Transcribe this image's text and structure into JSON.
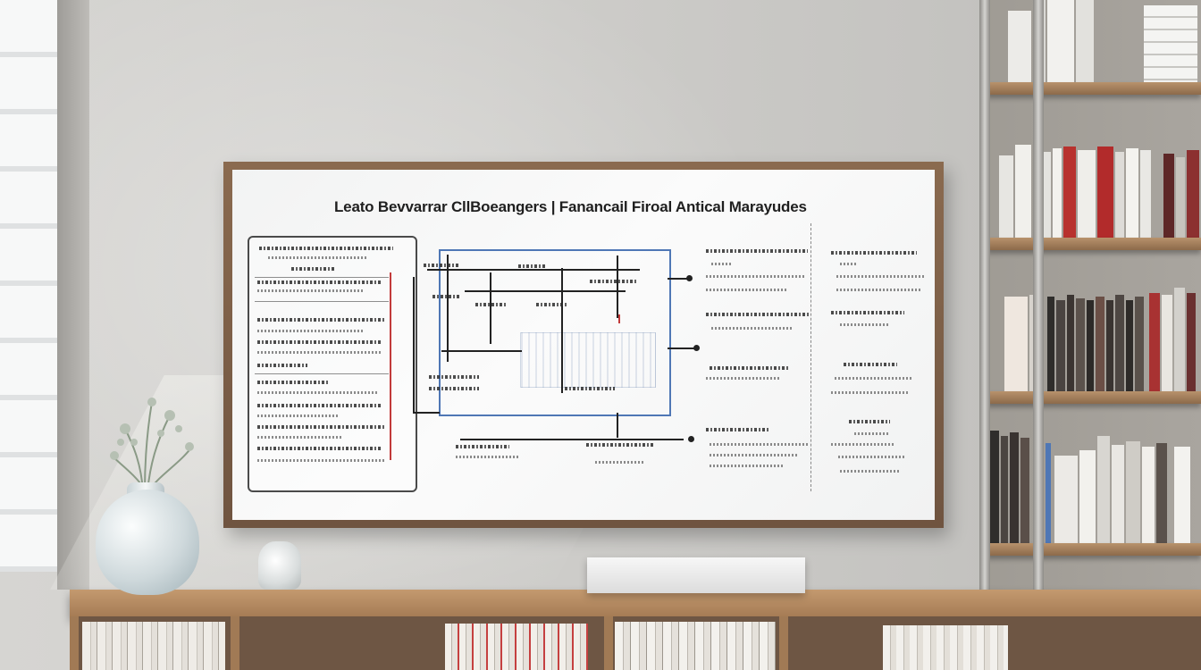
{
  "board": {
    "title": "Leato Bevvarrar CllBoeangers | Fanancail Firoal Antical Marayudes"
  },
  "colors": {
    "wall": "#cfcecb",
    "frame_wood": "#7c5e47",
    "board_surface": "#f6f7f7",
    "diagram_box_border": "#4f77b5",
    "accent_red": "#c23a3a",
    "shelf_wood": "#a67c55"
  },
  "objects": [
    "window",
    "whiteboard",
    "bookshelf",
    "vase-with-plant",
    "small-vase",
    "white-box",
    "console-shelf"
  ]
}
